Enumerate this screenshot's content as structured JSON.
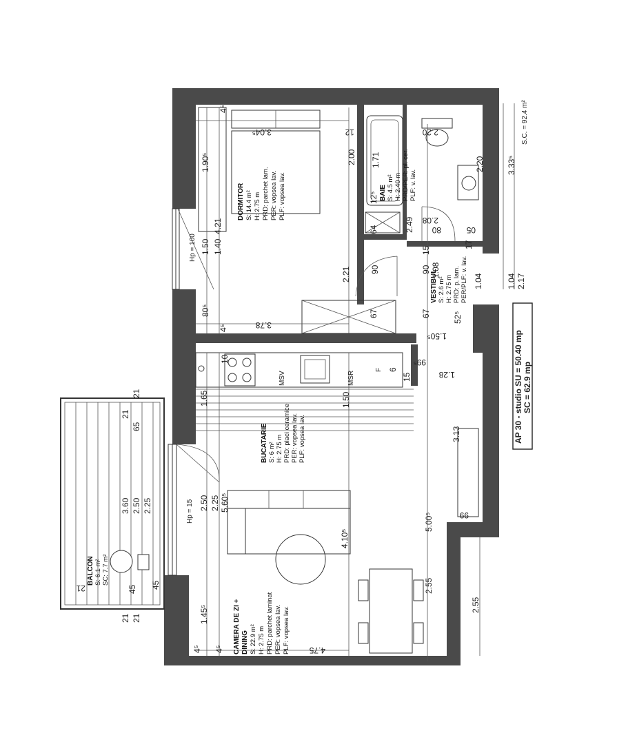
{
  "header": {
    "title_line1": "AP 30 - studio SU = 50.40 mp",
    "title_line2": "SC = 62.9 mp",
    "sc_note": "S.C. = 92.4 m²"
  },
  "rooms": {
    "dormitor": {
      "name": "DORMITOR",
      "area": "S: 14.4 m²",
      "height": "H: 2.75 m",
      "floor": "PRD: parchet lam.",
      "walls": "PER: vopsea lav.",
      "ceiling": "PLF: vopsea lav."
    },
    "baie": {
      "name": "BAIE",
      "area": "S: 4.5 m²",
      "height": "H: 2.40 m",
      "floor": "PRD/PER: pl. cer.",
      "ceiling": "PLF: v. lav."
    },
    "vestibul": {
      "name": "VESTIBUL",
      "area": "S: 2.6 m²",
      "height": "H: 2.75 m",
      "floor": "PRD: p. lam.",
      "walls": "PER/PLF: v. lav."
    },
    "bucatarie": {
      "name": "BUCATARIE",
      "area": "S: 6 m²",
      "height": "H: 2.75 m",
      "floor": "PRD: placi ceramice",
      "walls": "PER: vopsea lav.",
      "ceiling": "PLF: vopsea lav."
    },
    "camera": {
      "name": "CAMERA DE ZI +",
      "name2": "DINING",
      "area": "S: 22.9 m²",
      "height": "H: 2.75 m",
      "floor": "PRD: parchet laminat",
      "walls": "PER: vopsea lav.",
      "ceiling": "PLF: vopsea lav."
    },
    "balcon": {
      "name": "BALCON",
      "area": "S: 6.1 m²",
      "sc": "SC: 7.7 m²"
    }
  },
  "appliances": {
    "msv": "MSV",
    "msr": "MSR",
    "f": "F"
  },
  "windows": {
    "hp100": "Hp = 100",
    "hp15": "Hp = 15"
  },
  "dims": {
    "d_1_90": "1.90⁵",
    "d_1_50a": "1.50",
    "d_1_40": "1.40",
    "d_4_21": "4.21",
    "d_80": "80⁵",
    "d_45a": "4⁵",
    "d_45b": "4⁵",
    "d_2_00": "2.00",
    "d_2_21": "2.21",
    "d_3_04": "3.04⁵",
    "d_3_78": "3.78",
    "d_12a": "12",
    "d_1_71": "1.71",
    "d_12b": "12⁵",
    "d_2_20a": "2.20",
    "d_2_20b": "2.20",
    "d_2_08": "2.08",
    "d_80b": "80",
    "d_05": "05",
    "d_49": "2.49",
    "d_64": "64",
    "d_90a": "90",
    "d_90b": "90",
    "d_15": "15",
    "d_67a": "67",
    "d_67b": "67",
    "d_17": "17",
    "d_1_08": "1.08",
    "d_1_04a": "1.04",
    "d_1_04b": "1.04",
    "d_2_17": "2.17",
    "d_3_33": "3.33⁵",
    "d_1_50b": "1.50⁵",
    "d_52": "52⁵",
    "d_1_28": "1.28",
    "d_99": "99⁵",
    "d_1_65": "1.65",
    "d_1_50c": "1.50",
    "d_6": "6",
    "d_15b": "15",
    "d_10": "10",
    "d_3_13": "3.13",
    "d_2_50": "2.50",
    "d_2_25": "2.25",
    "d_5_60": "5.60⁵",
    "d_4_10": "4.10⁵",
    "d_5_00": "5.00⁵",
    "d_99b": "99",
    "d_2_55a": "2.55",
    "d_2_55b": "2.55",
    "d_1_45": "1.45⁵",
    "d_4_75": "4.75",
    "d_45c": "4⁵",
    "d_45d": "4⁵",
    "d_21a": "21",
    "d_21b": "21",
    "d_21c": "21",
    "d_21d": "21",
    "d_21e": "21",
    "d_65": "65",
    "d_3_60": "3.60",
    "d_2_50b": "2.50",
    "d_2_25b": "2.25",
    "d_45e": "45",
    "d_45f": "45"
  }
}
